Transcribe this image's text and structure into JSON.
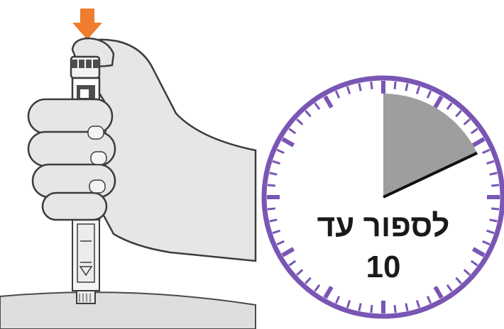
{
  "timer": {
    "caption": "לספור עד",
    "count": "10",
    "elapsed_fraction": 0.18,
    "minor_ticks": 60,
    "major_ticks": 12
  },
  "colors": {
    "arrow": "#f07d2e",
    "skin": "#e6e6e6",
    "outline": "#3c3c3c",
    "dial_ring": "#7a56b4",
    "dial_sector": "#9e9e9e",
    "hand": "#111111",
    "pen_label": "#b09ad6",
    "injection_surface": "#dedede"
  }
}
